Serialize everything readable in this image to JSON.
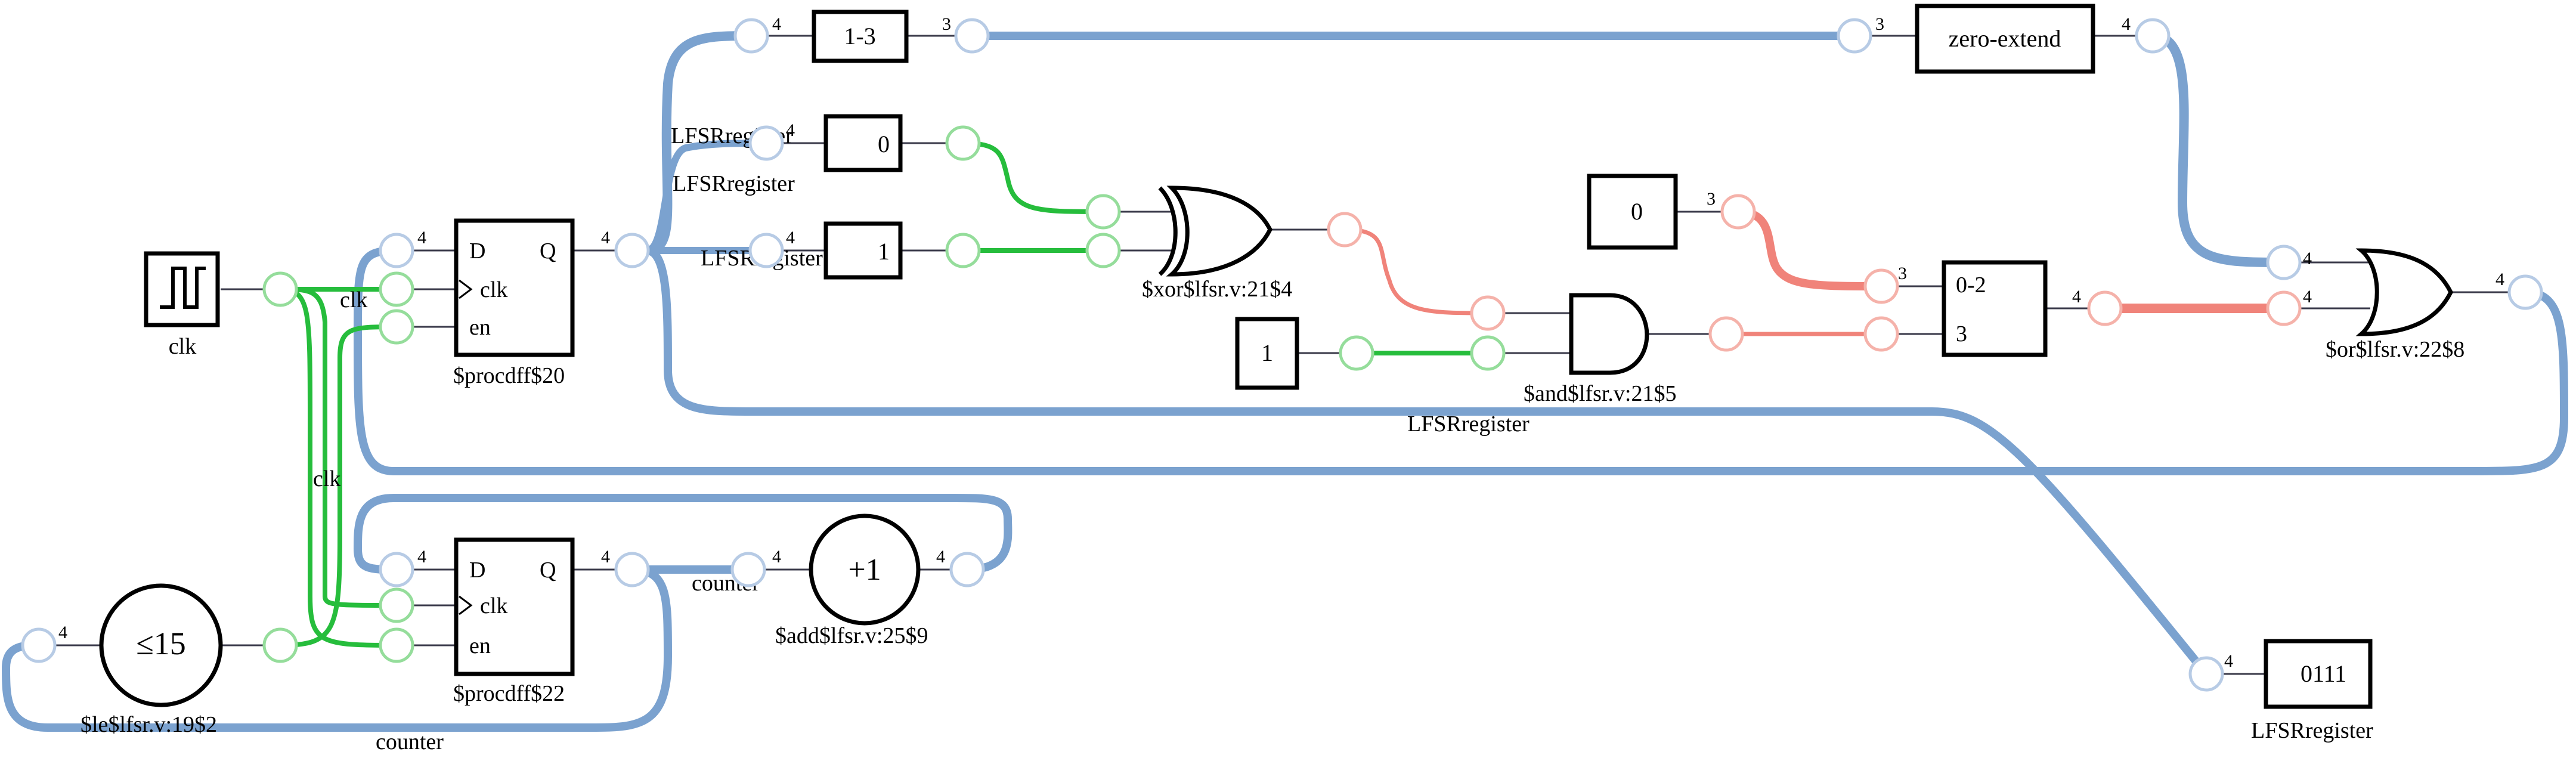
{
  "colors": {
    "bus": "#7ba2cf",
    "bit_high": "#26bd3c",
    "bit_low": "#f0837a",
    "port_bus": "#b7cbe5",
    "port_high": "#95dd9b",
    "port_low": "#f5b2aa"
  },
  "input_clk": {
    "label": "clk",
    "icon": "clock-square-wave-icon"
  },
  "procdff_20": {
    "label": "$procdff$20",
    "pin_d": "D",
    "pin_q": "Q",
    "pin_clk": "clk",
    "pin_en": "en",
    "width_in": "4",
    "width_out": "4"
  },
  "procdff_22": {
    "label": "$procdff$22",
    "pin_d": "D",
    "pin_q": "Q",
    "pin_clk": "clk",
    "pin_en": "en",
    "width_in": "4",
    "width_out": "4"
  },
  "le_cell": {
    "symbol": "≤15",
    "label": "$le$lfsr.v:19$2",
    "width_in": "4"
  },
  "add_cell": {
    "symbol": "+1",
    "label": "$add$lfsr.v:25$9",
    "width_in": "4",
    "width_out": "4"
  },
  "slice_1_3": {
    "text": "1-3",
    "width_in": "4",
    "width_out": "3"
  },
  "zero_extend": {
    "text": "zero-extend",
    "width_in": "3",
    "width_out": "4"
  },
  "const_0_top": {
    "value": "0",
    "width": "4"
  },
  "const_1_mid": {
    "value": "1",
    "width": "4"
  },
  "const_0_right": {
    "value": "0",
    "width": "3"
  },
  "const_1_low": {
    "value": "1"
  },
  "xor_gate": {
    "label": "$xor$lfsr.v:21$4"
  },
  "and_gate": {
    "label": "$and$lfsr.v:21$5"
  },
  "concat": {
    "top": "0-2",
    "bottom": "3",
    "width_in": "3",
    "width_out": "4"
  },
  "or_gate": {
    "label": "$or$lfsr.v:22$8",
    "width_in_a": "4",
    "width_in_b": "4",
    "width_out": "4"
  },
  "output_lfsr": {
    "value": "0111",
    "label": "LFSRregister",
    "width": "4"
  },
  "wire_labels": {
    "lfsr_a": "LFSRregister",
    "lfsr_b": "LFSRregister",
    "lfsr_c": "LFSRregister",
    "lfsr_main": "LFSRregister",
    "clk_a": "clk",
    "clk_b": "clk",
    "counter_a": "counter",
    "counter_b": "counter"
  }
}
